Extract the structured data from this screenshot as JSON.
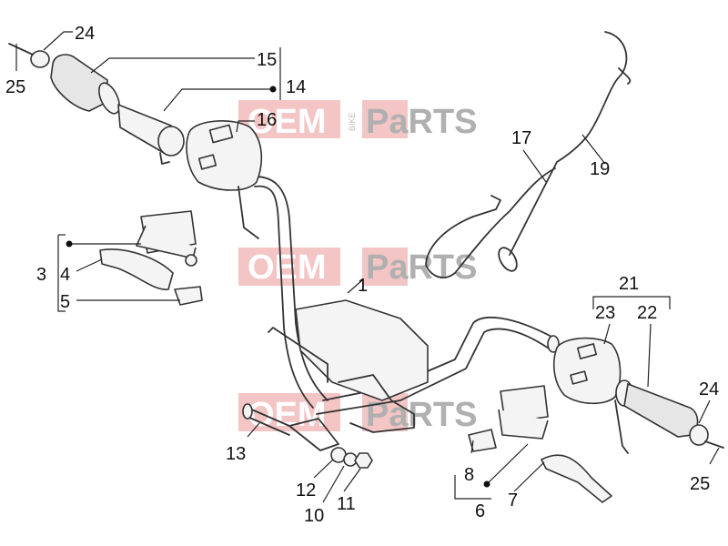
{
  "watermark": {
    "word1": "OEM",
    "word2": "BIKE",
    "word3": "PaRTS"
  },
  "callouts": {
    "p1": "1",
    "p3": "3",
    "p4": "4",
    "p5": "5",
    "p6": "6",
    "p7": "7",
    "p8": "8",
    "p10": "10",
    "p11": "11",
    "p12": "12",
    "p13": "13",
    "p14": "14",
    "p15": "15",
    "p16": "16",
    "p17": "17",
    "p19": "19",
    "p21": "21",
    "p22": "22",
    "p23": "23",
    "p24_left": "24",
    "p25_left": "25",
    "p24_right": "24",
    "p25_right": "25"
  },
  "colors": {
    "line": "#333333",
    "watermark_red": "#e05a5a",
    "watermark_grey": "#b0b0b0"
  }
}
